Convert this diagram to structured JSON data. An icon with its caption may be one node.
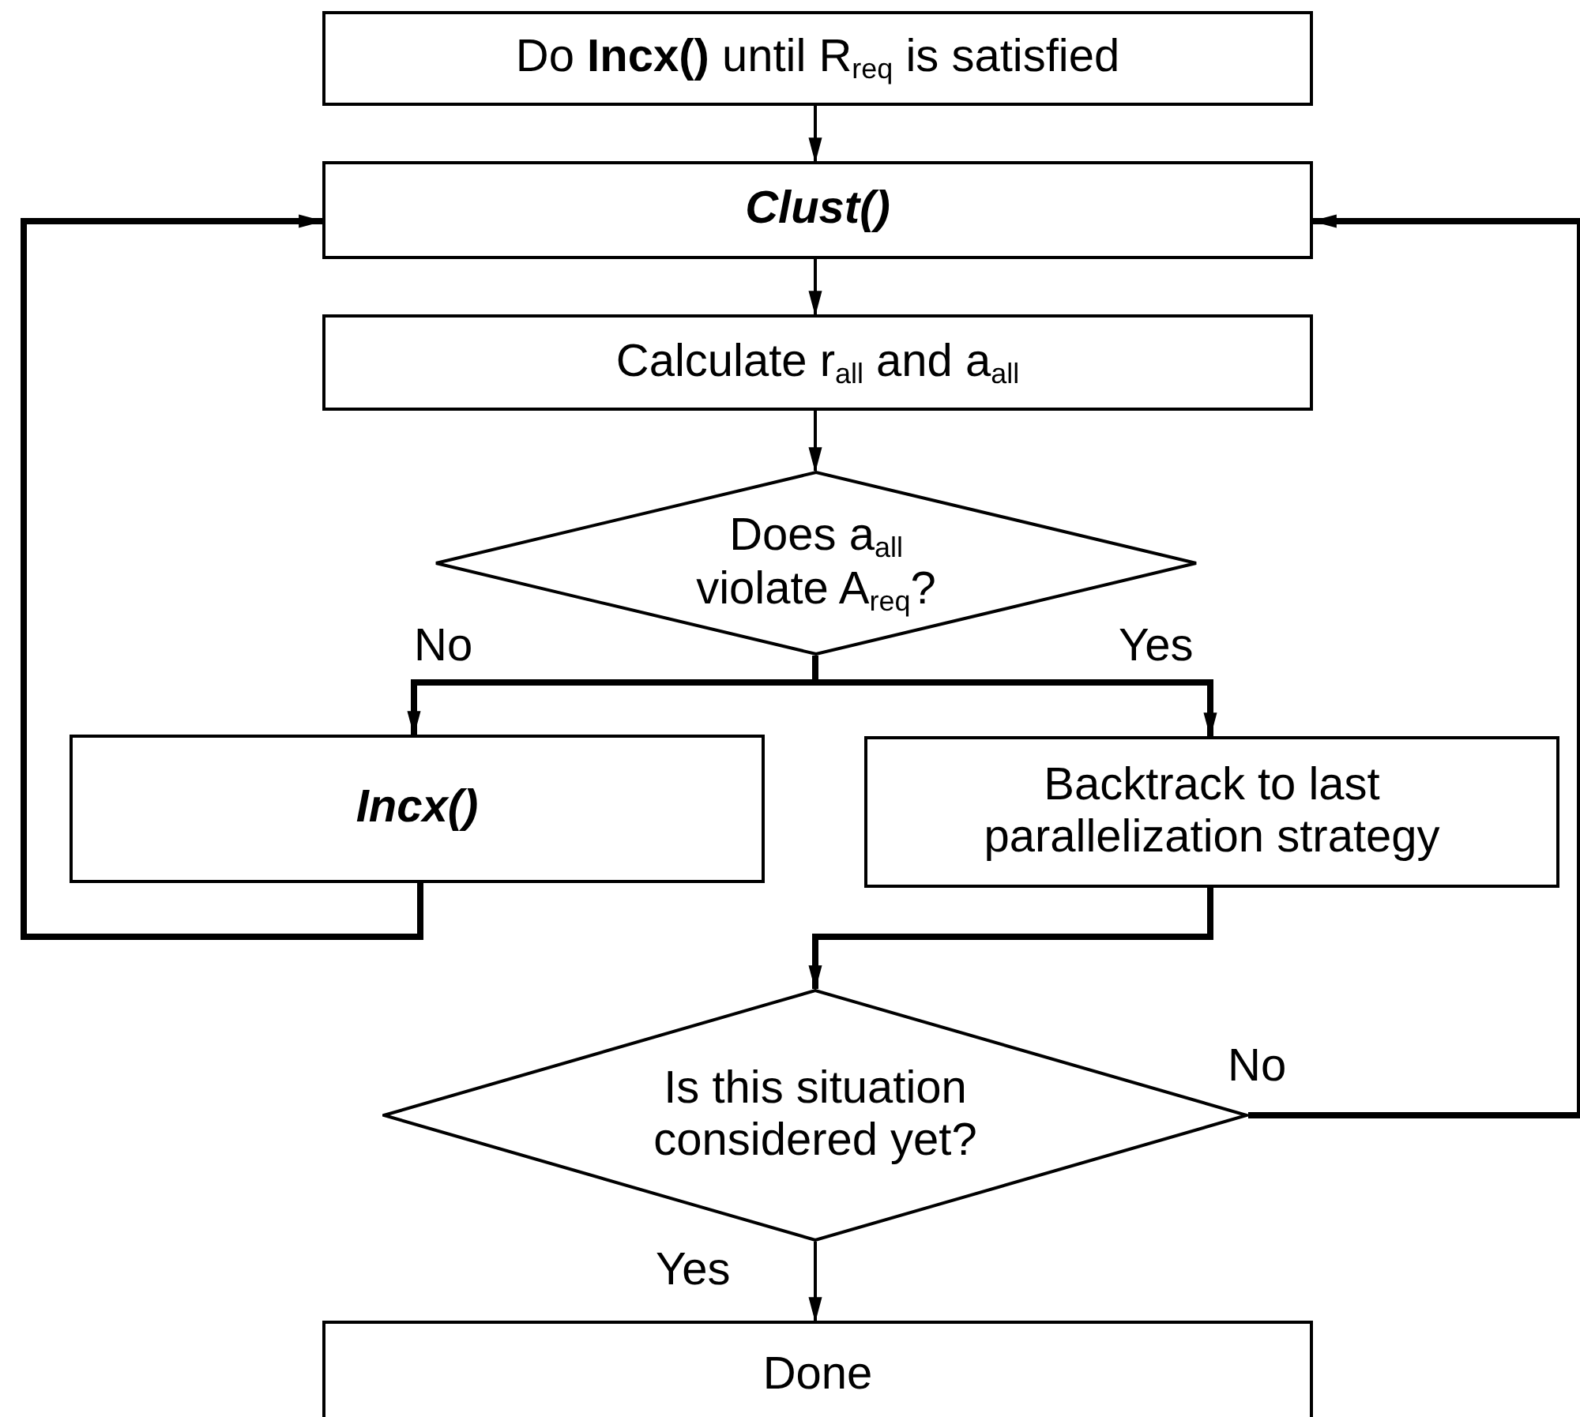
{
  "diagram": {
    "nodes": [
      {
        "text": [
          "Do **Incx()** until R$_{req}$ is satisfied"
        ]
      },
      {
        "text": [
          "Clust()"
        ]
      },
      {
        "text": [
          "Calculate r$_{all}$ and a$_{all}$"
        ]
      },
      {
        "text": [
          "Does a$_{all}$ violate A$_{req}$?"
        ]
      },
      {
        "text": [
          "Incx()"
        ]
      },
      {
        "text": [
          "Backtrack to last parallelization strategy"
        ]
      },
      {
        "text": [
          "Is this situation considered yet?"
        ]
      },
      {
        "text": [
          "Done"
        ]
      }
    ],
    "edges": [
      {
        "from": 0,
        "to": 1,
        "arrow": "to"
      },
      {
        "from": 1,
        "to": 2,
        "arrow": "to"
      },
      {
        "from": 2,
        "to": 3,
        "arrow": "to"
      },
      {
        "from": 3,
        "to": 4,
        "arrow": "to",
        "label": "No"
      },
      {
        "from": 3,
        "to": 5,
        "arrow": "to",
        "label": "Yes"
      },
      {
        "from": 4,
        "to": 1,
        "arrow": "to"
      },
      {
        "from": 5,
        "to": 6,
        "arrow": "to"
      },
      {
        "from": 6,
        "to": 1,
        "arrow": "to",
        "label": "No"
      },
      {
        "from": 6,
        "to": 7,
        "arrow": "to",
        "label": "Yes"
      }
    ]
  }
}
